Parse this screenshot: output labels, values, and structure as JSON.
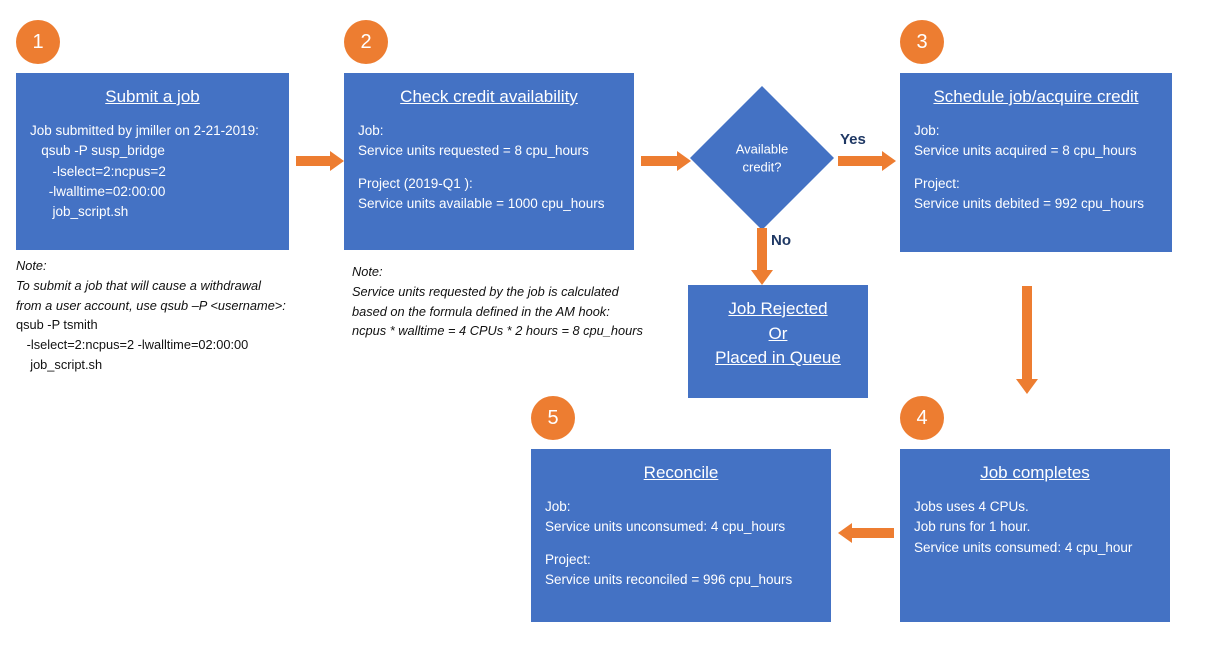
{
  "theme": {
    "box_fill": "#4472C4",
    "accent": "#ED7D31",
    "box_text": "#FFFFFF",
    "label_text": "#1F3864",
    "page_bg": "#FFFFFF"
  },
  "steps": [
    {
      "number": "1",
      "title": "Submit a job",
      "lines": [
        "Job submitted by jmiller on 2-21-2019:",
        "   qsub -P susp_bridge",
        "      -lselect=2:ncpus=2",
        "     -lwalltime=02:00:00",
        "      job_script.sh"
      ]
    },
    {
      "number": "2",
      "title": "Check credit availability",
      "lines": [
        "Job:",
        "Service units requested = 8 cpu_hours",
        "",
        "Project (2019-Q1 ):",
        "Service units available =  1000 cpu_hours"
      ]
    },
    {
      "number": "3",
      "title": "Schedule job/acquire credit",
      "lines": [
        "Job:",
        "Service units acquired = 8 cpu_hours",
        "",
        "Project:",
        "Service units debited = 992 cpu_hours"
      ]
    },
    {
      "number": "4",
      "title": "Job completes",
      "lines": [
        "Jobs uses 4 CPUs.",
        "Job runs for 1 hour.",
        "Service units consumed: 4 cpu_hour"
      ]
    },
    {
      "number": "5",
      "title": "Reconcile",
      "lines": [
        "Job:",
        "Service units unconsumed:  4 cpu_hours",
        "",
        "Project:",
        "Service units reconciled =  996 cpu_hours"
      ]
    }
  ],
  "decision": {
    "label_line1": "Available",
    "label_line2": "credit?",
    "yes_label": "Yes",
    "no_label": "No"
  },
  "rejected_box": {
    "line1": "Job Rejected",
    "line2": "Or",
    "line3": "Placed in Queue"
  },
  "notes": {
    "note1": {
      "heading": "Note:",
      "italic_lines": [
        "To submit a job that will cause a withdrawal",
        "from a user account, use qsub –P <username>:"
      ],
      "plain_lines": [
        "qsub -P tsmith",
        "   -lselect=2:ncpus=2 -lwalltime=02:00:00",
        "    job_script.sh"
      ]
    },
    "note2": {
      "heading": "Note:",
      "italic_lines": [
        "Service units requested by the job is calculated",
        "based on the formula defined in the AM hook:",
        "ncpus * walltime = 4 CPUs * 2 hours = 8 cpu_hours"
      ]
    }
  }
}
